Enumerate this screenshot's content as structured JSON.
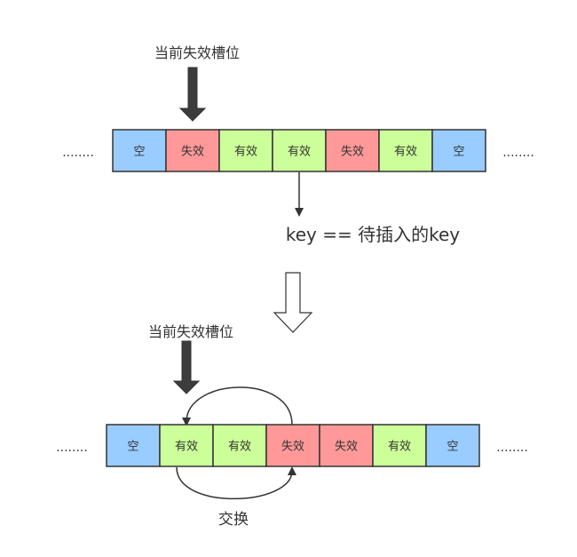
{
  "colors": {
    "empty": "#99ccff",
    "invalid": "#ff9999",
    "valid": "#ccff99",
    "stroke": "#333333",
    "arrow_fill": "#3c3c3c"
  },
  "top": {
    "pointer_label": "当前失效槽位",
    "left_ellipsis": "........",
    "right_ellipsis": "........",
    "cells": [
      {
        "label": "空",
        "state": "empty"
      },
      {
        "label": "失效",
        "state": "invalid"
      },
      {
        "label": "有效",
        "state": "valid"
      },
      {
        "label": "有效",
        "state": "valid"
      },
      {
        "label": "失效",
        "state": "invalid"
      },
      {
        "label": "有效",
        "state": "valid"
      },
      {
        "label": "空",
        "state": "empty"
      }
    ],
    "match_label": "key == 待插入的key"
  },
  "bottom": {
    "pointer_label": "当前失效槽位",
    "left_ellipsis": "........",
    "right_ellipsis": "........",
    "cells": [
      {
        "label": "空",
        "state": "empty"
      },
      {
        "label": "有效",
        "state": "valid"
      },
      {
        "label": "有效",
        "state": "valid"
      },
      {
        "label": "失效",
        "state": "invalid"
      },
      {
        "label": "失效",
        "state": "invalid"
      },
      {
        "label": "有效",
        "state": "valid"
      },
      {
        "label": "空",
        "state": "empty"
      }
    ],
    "swap_label": "交换"
  }
}
